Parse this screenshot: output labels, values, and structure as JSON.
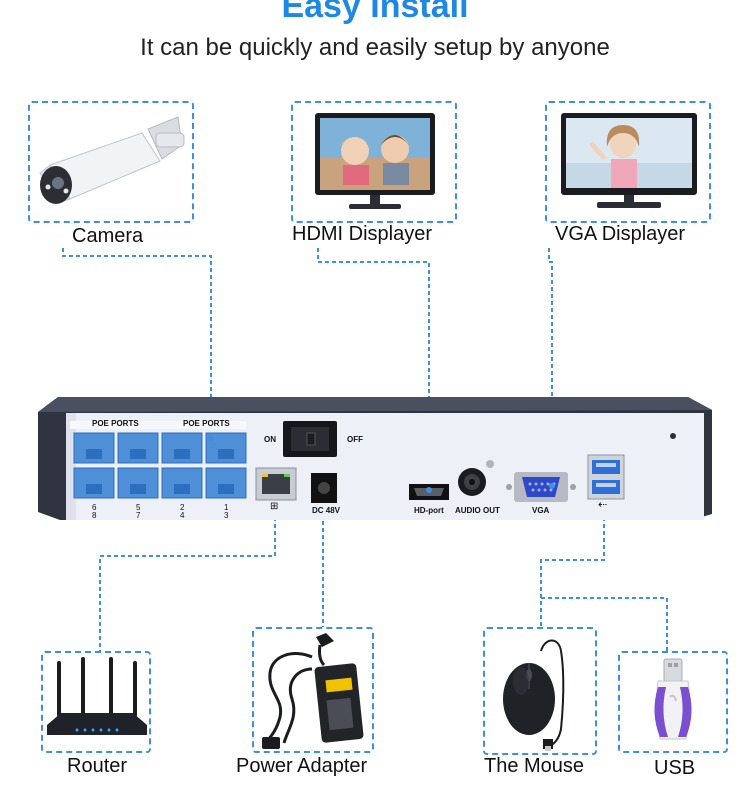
{
  "header": {
    "title": "Easy Install",
    "subtitle": "It can be quickly and easily setup by anyone"
  },
  "devices": {
    "camera": "Camera",
    "hdmi": "HDMI Displayer",
    "vga": "VGA Displayer",
    "router": "Router",
    "power": "Power Adapter",
    "mouse": "The Mouse",
    "usb": "USB"
  },
  "nvr": {
    "poe_label_a": "POE PORTS",
    "poe_label_b": "POE PORTS",
    "port_numbers_top": [
      "6",
      "5",
      "2",
      "1"
    ],
    "port_numbers_bottom": [
      "8",
      "7",
      "4",
      "3"
    ],
    "switch_on": "ON",
    "switch_off": "OFF",
    "dc_label": "DC 48V",
    "hdmi_port": "HD-port",
    "audio_out": "AUDIO OUT",
    "vga_port": "VGA"
  },
  "colors": {
    "accent": "#1e88e5",
    "wire": "#3d8fe0",
    "nvr_body": "#2f3440",
    "nvr_panel": "#eef0f8",
    "port_blue": "#4e8fd8"
  }
}
